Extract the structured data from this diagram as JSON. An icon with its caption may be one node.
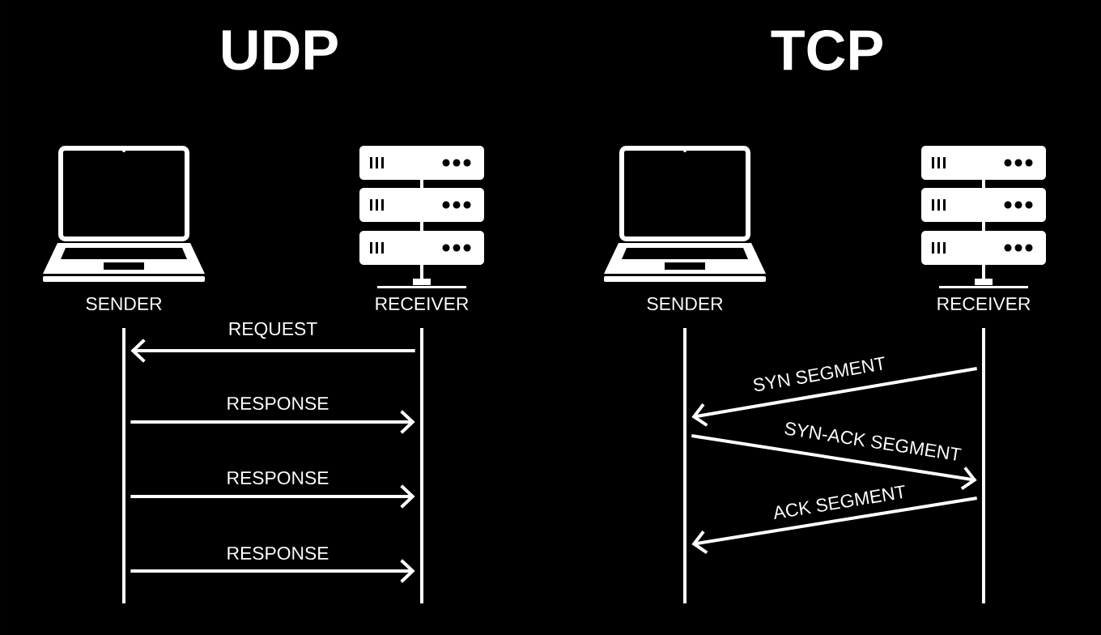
{
  "diagram": {
    "nodes": [
      {
        "text": [
          "SENDER"
        ]
      },
      {
        "text": [
          "RECEIVER"
        ]
      },
      {
        "text": [
          "SENDER"
        ]
      },
      {
        "text": [
          "RECEIVER"
        ]
      }
    ],
    "edges": [
      {
        "from": 1,
        "to": 0,
        "arrow": "to",
        "label": "REQUEST"
      },
      {
        "from": 0,
        "to": 1,
        "arrow": "to",
        "label": "RESPONSE"
      },
      {
        "from": 0,
        "to": 1,
        "arrow": "to",
        "label": "RESPONSE"
      },
      {
        "from": 0,
        "to": 1,
        "arrow": "to",
        "label": "RESPONSE"
      },
      {
        "from": 3,
        "to": 2,
        "arrow": "to",
        "label": "SYN SEGMENT"
      },
      {
        "from": 2,
        "to": 3,
        "arrow": "to",
        "label": "SYN-ACK SEGMENT"
      },
      {
        "from": 3,
        "to": 2,
        "arrow": "to",
        "label": "ACK SEGMENT"
      }
    ],
    "labels": [
      "UDP",
      "TCP"
    ]
  }
}
